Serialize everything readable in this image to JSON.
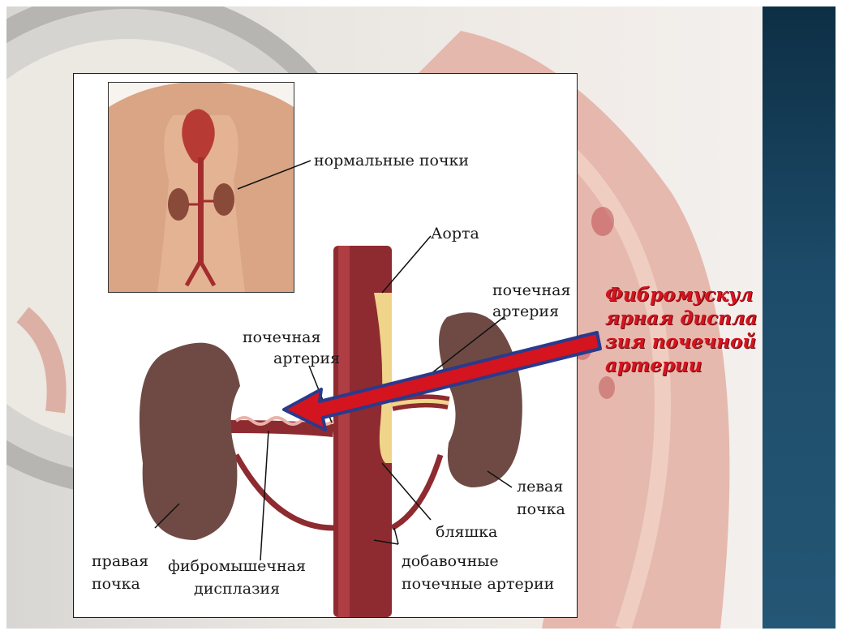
{
  "labels": {
    "normal_kidneys": "нормальные почки",
    "aorta": "Аорта",
    "renal_artery_left_l1": "почечная",
    "renal_artery_left_l2": "артерия",
    "renal_artery_right_l1": "почечная",
    "renal_artery_right_l2": "артерия",
    "left_kidney_l1": "левая",
    "left_kidney_l2": "почка",
    "plaque": "бляшка",
    "right_kidney_l1": "правая",
    "right_kidney_l2": "почка",
    "fibromuscular_l1": "фибромышечная",
    "fibromuscular_l2": "дисплазия",
    "accessory_l1": "добавочные",
    "accessory_l2": "почечные артерии"
  },
  "callout": {
    "text": "Фибромускулярная дисплазия почечной артерии"
  },
  "colors": {
    "callout_red": "#d4141f",
    "arrow_outline": "#2a3a8c",
    "aorta": "#8e2b30",
    "kidney": "#6f4a44",
    "plaque": "#efd48a"
  }
}
